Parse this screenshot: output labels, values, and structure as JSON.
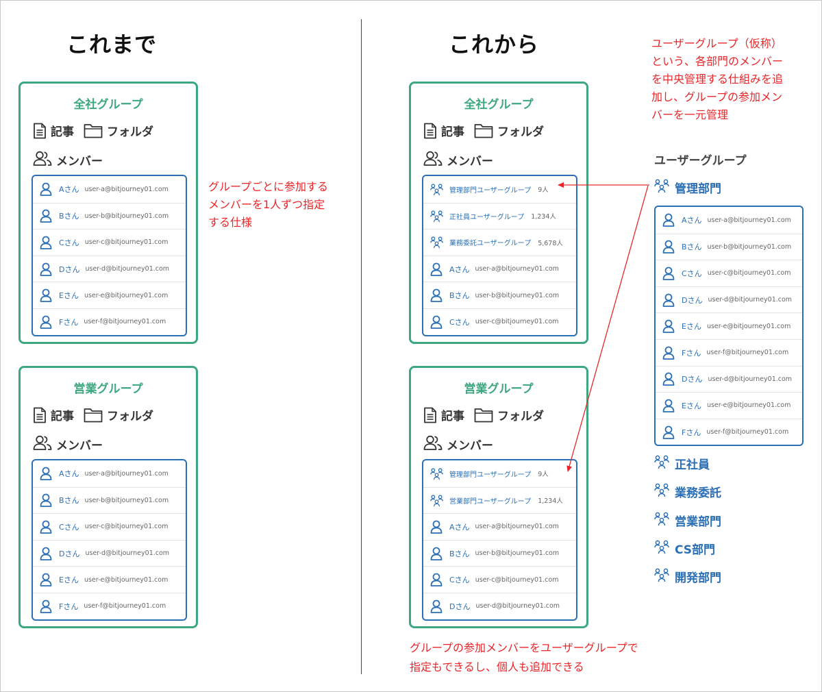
{
  "headings": {
    "before": "これまで",
    "after": "これから"
  },
  "card_labels": {
    "article": "記事",
    "folder": "フォルダ",
    "member": "メンバー"
  },
  "before": {
    "all_group": {
      "title": "全社グループ",
      "members": [
        {
          "name": "Aさん",
          "email": "user-a@bitjourney01.com"
        },
        {
          "name": "Bさん",
          "email": "user-b@bitjourney01.com"
        },
        {
          "name": "Cさん",
          "email": "user-c@bitjourney01.com"
        },
        {
          "name": "Dさん",
          "email": "user-d@bitjourney01.com"
        },
        {
          "name": "Eさん",
          "email": "user-e@bitjourney01.com"
        },
        {
          "name": "Fさん",
          "email": "user-f@bitjourney01.com"
        }
      ]
    },
    "sales_group": {
      "title": "営業グループ",
      "members": [
        {
          "name": "Aさん",
          "email": "user-a@bitjourney01.com"
        },
        {
          "name": "Bさん",
          "email": "user-b@bitjourney01.com"
        },
        {
          "name": "Cさん",
          "email": "user-c@bitjourney01.com"
        },
        {
          "name": "Dさん",
          "email": "user-d@bitjourney01.com"
        },
        {
          "name": "Eさん",
          "email": "user-e@bitjourney01.com"
        },
        {
          "name": "Fさん",
          "email": "user-f@bitjourney01.com"
        }
      ]
    },
    "note": [
      "グループごとに参加する",
      "メンバーを1人ずつ指定",
      "する仕様"
    ]
  },
  "after": {
    "all_group": {
      "title": "全社グループ",
      "user_groups": [
        {
          "name": "管理部門ユーザーグループ",
          "count": "9人"
        },
        {
          "name": "正社員ユーザーグループ",
          "count": "1,234人"
        },
        {
          "name": "業務委託ユーザーグループ",
          "count": "5,678人"
        }
      ],
      "members": [
        {
          "name": "Aさん",
          "email": "user-a@bitjourney01.com"
        },
        {
          "name": "Bさん",
          "email": "user-b@bitjourney01.com"
        },
        {
          "name": "Cさん",
          "email": "user-c@bitjourney01.com"
        }
      ]
    },
    "sales_group": {
      "title": "営業グループ",
      "user_groups": [
        {
          "name": "管理部門ユーザーグループ",
          "count": "9人"
        },
        {
          "name": "営業部門ユーザーグループ",
          "count": "1,234人"
        }
      ],
      "members": [
        {
          "name": "Aさん",
          "email": "user-a@bitjourney01.com"
        },
        {
          "name": "Bさん",
          "email": "user-b@bitjourney01.com"
        },
        {
          "name": "Cさん",
          "email": "user-c@bitjourney01.com"
        },
        {
          "name": "Dさん",
          "email": "user-d@bitjourney01.com"
        }
      ]
    },
    "top_note": [
      "ユーザーグループ（仮称）",
      "という、各部門のメンバー",
      "を中央管理する仕組みを追",
      "加し、グループの参加メン",
      "バーを一元管理"
    ],
    "bottom_note": [
      "グループの参加メンバーをユーザーグループで",
      "指定もできるし、個人も追加できる"
    ],
    "user_group_panel": {
      "label": "ユーザーグループ",
      "expanded": {
        "name": "管理部門",
        "members": [
          {
            "name": "Aさん",
            "email": "user-a@bitjourney01.com"
          },
          {
            "name": "Bさん",
            "email": "user-b@bitjourney01.com"
          },
          {
            "name": "Cさん",
            "email": "user-c@bitjourney01.com"
          },
          {
            "name": "Dさん",
            "email": "user-d@bitjourney01.com"
          },
          {
            "name": "Eさん",
            "email": "user-e@bitjourney01.com"
          },
          {
            "name": "Fさん",
            "email": "user-f@bitjourney01.com"
          },
          {
            "name": "Dさん",
            "email": "user-d@bitjourney01.com"
          },
          {
            "name": "Eさん",
            "email": "user-e@bitjourney01.com"
          },
          {
            "name": "Fさん",
            "email": "user-f@bitjourney01.com"
          }
        ]
      },
      "others": [
        "正社員",
        "業務委託",
        "営業部門",
        "CS部門",
        "開発部門"
      ]
    }
  },
  "colors": {
    "group_green": "#3da77f",
    "list_blue": "#2b6fb6",
    "note_red": "#e8262a"
  }
}
